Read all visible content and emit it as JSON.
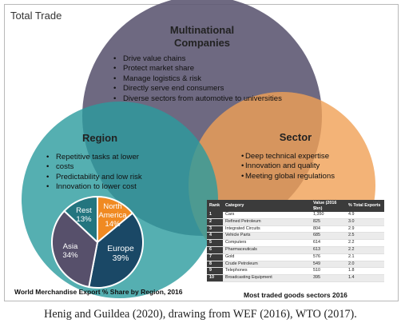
{
  "frame_title": "Total Trade",
  "multinational": {
    "title_line1": "Multinational",
    "title_line2": "Companies",
    "items": [
      "Drive value chains",
      "Protect market share",
      "Manage logistics & risk",
      "Directly serve end consumers",
      "Diverse sectors from automotive to universities"
    ]
  },
  "region": {
    "title": "Region",
    "items": [
      "Repetitive tasks at lower",
      "costs",
      "Predictability and low risk",
      "Innovation to lower cost"
    ]
  },
  "sector": {
    "title": "Sector",
    "items": [
      "Deep technical expertise",
      "Innovation and quality",
      "Meeting global regulations"
    ]
  },
  "colors": {
    "multinational": "#5a5470",
    "region": "#2b9b9d",
    "sector": "#f0a055",
    "pie_rest": "#23757f",
    "pie_north_america": "#f08a22",
    "pie_europe": "#1a4866",
    "pie_asia": "#57506b"
  },
  "chart_data": [
    {
      "type": "pie",
      "title": "World Merchandise Export % Share by Region, 2016",
      "categories": [
        "Rest",
        "North America",
        "Europe",
        "Asia"
      ],
      "values": [
        13,
        14,
        39,
        34
      ],
      "labels": {
        "rest_name": "Rest",
        "rest_pct": "13%",
        "na_line1": "North",
        "na_line2": "America",
        "na_pct": "14%",
        "europe_name": "Europe",
        "europe_pct": "39%",
        "asia_name": "Asia",
        "asia_pct": "34%"
      }
    },
    {
      "type": "table",
      "title": "Most traded goods sectors 2016",
      "headers": [
        "Rank",
        "Category",
        "Value (2016 $bn)",
        "% Total Exports"
      ],
      "rows": [
        [
          "1",
          "Cars",
          "1,350",
          "4.9"
        ],
        [
          "2",
          "Refined Petroleum",
          "825",
          "3.0"
        ],
        [
          "3",
          "Integrated Circuits",
          "804",
          "2.9"
        ],
        [
          "4",
          "Vehicle Parts",
          "685",
          "2.5"
        ],
        [
          "5",
          "Computers",
          "614",
          "2.2"
        ],
        [
          "6",
          "Pharmaceuticals",
          "613",
          "2.2"
        ],
        [
          "7",
          "Gold",
          "576",
          "2.1"
        ],
        [
          "8",
          "Crude Petroleum",
          "549",
          "2.0"
        ],
        [
          "9",
          "Telephones",
          "510",
          "1.8"
        ],
        [
          "10",
          "Broadcasting Equipment",
          "395",
          "1.4"
        ]
      ]
    }
  ],
  "attribution": "Henig and Guildea (2020), drawing from WEF (2016), WTO (2017)."
}
